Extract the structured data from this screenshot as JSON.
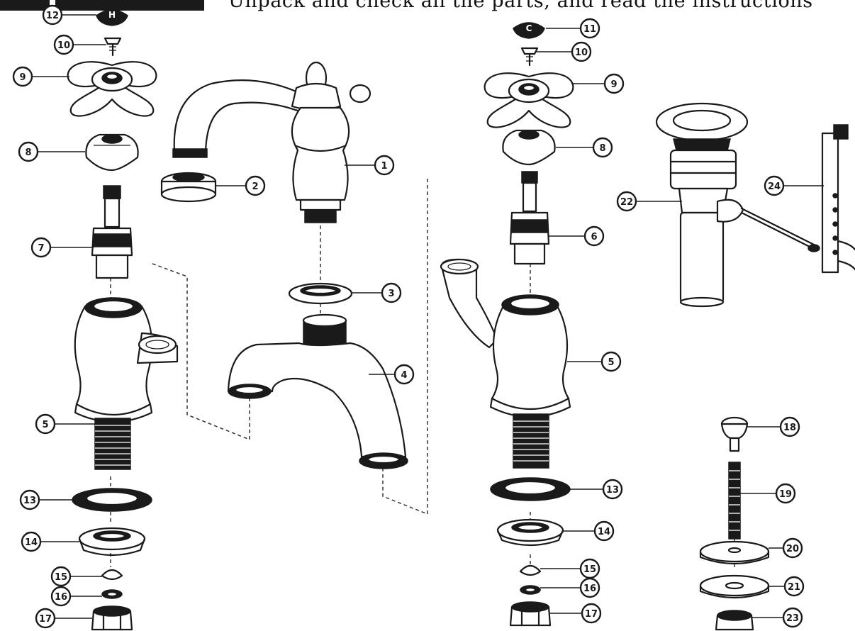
{
  "header": {
    "instruction": "Unpack and check all the parts, and read the instructions"
  },
  "caps": {
    "hot_letter": "H",
    "cold_letter": "C"
  },
  "callouts": {
    "L12": "12",
    "L10": "10",
    "L9": "9",
    "L8": "8",
    "L7": "7",
    "L5": "5",
    "L13": "13",
    "L14": "14",
    "L15": "15",
    "L16": "16",
    "L17": "17",
    "C1": "1",
    "C2": "2",
    "C3": "3",
    "C4": "4",
    "R11": "11",
    "R10": "10",
    "R9": "9",
    "R8": "8",
    "R6": "6",
    "R5": "5",
    "R13": "13",
    "R14": "14",
    "R15": "15",
    "R16": "16",
    "R17": "17",
    "D22": "22",
    "D24": "24",
    "D18": "18",
    "D19": "19",
    "D20": "20",
    "D21": "21",
    "D23": "23"
  }
}
